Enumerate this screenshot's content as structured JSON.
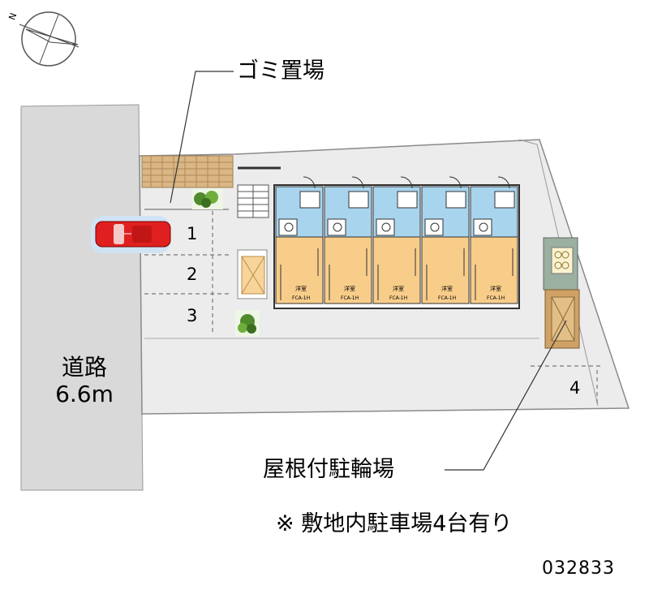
{
  "compass": {
    "north_label": "N"
  },
  "labels": {
    "garbage_area": "ゴミ置場",
    "road_name": "道路",
    "road_width": "6.6m",
    "covered_bike_parking": "屋根付駐輪場",
    "parking_note": "※ 敷地内駐車場4台有り",
    "property_code": "032833"
  },
  "parking_slots": [
    "1",
    "2",
    "3",
    "4"
  ],
  "units": [
    {
      "room_label": "洋室",
      "code": "FCA-1H"
    },
    {
      "room_label": "洋室",
      "code": "FCA-1H"
    },
    {
      "room_label": "洋室",
      "code": "FCA-1H"
    },
    {
      "room_label": "洋室",
      "code": "FCA-1H"
    },
    {
      "room_label": "洋室",
      "code": "FCA-1H"
    }
  ],
  "colors": {
    "road": "#d9d9d9",
    "lot": "#ececec",
    "room_floor": "#f8cd8a",
    "wet_area": "#a8d4ee",
    "car": "#e02020",
    "bike_shelter": "#9bb0a0",
    "planter": "#f8d49a",
    "garbage_tile": "#d9b684"
  }
}
